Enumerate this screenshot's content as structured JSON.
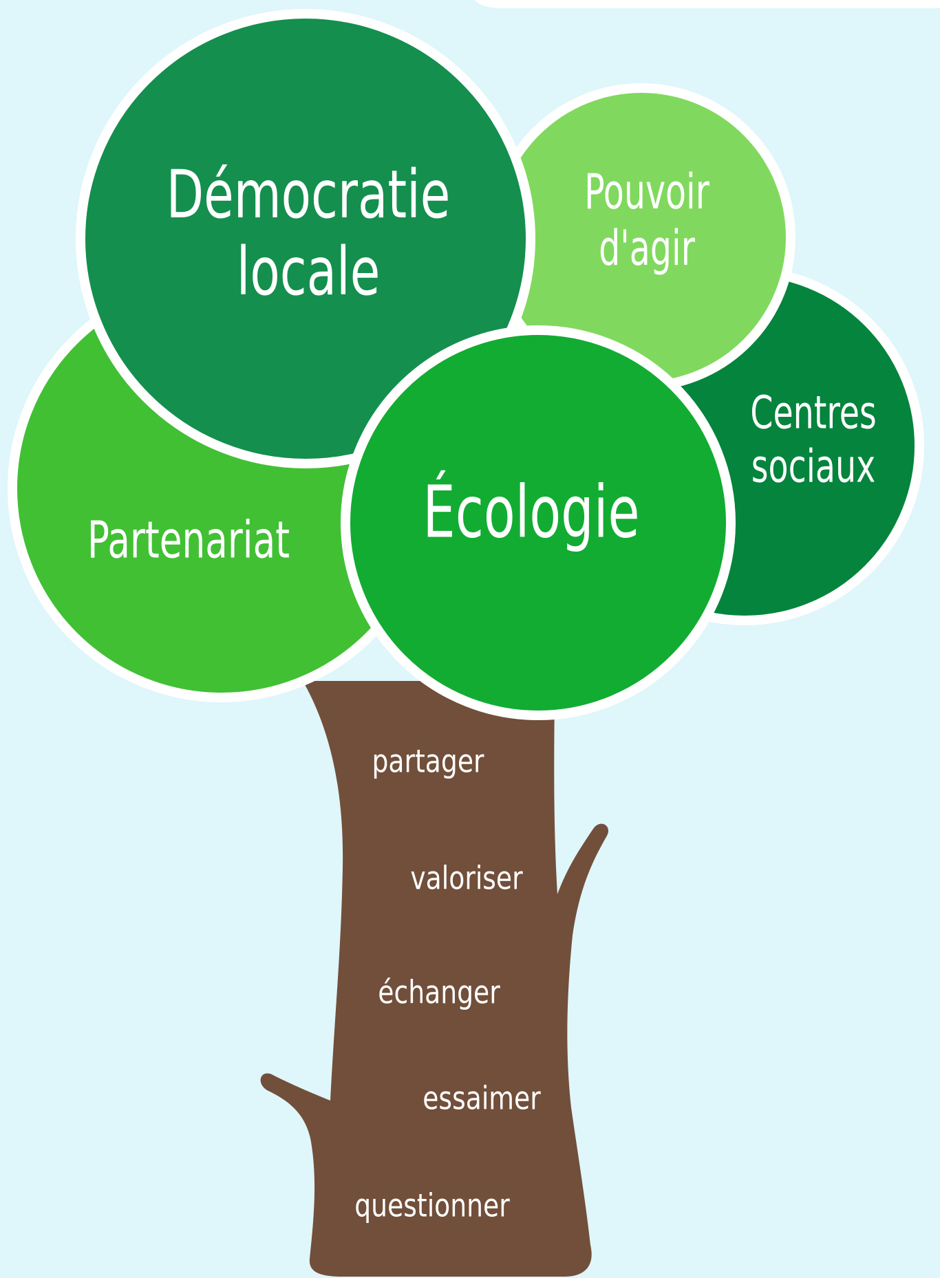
{
  "colors": {
    "background": "#dff6fb",
    "trunk": "#714f3a",
    "circle_border": "#ffffff",
    "democratie": "#148f4e",
    "pouvoir": "#80d95e",
    "centres": "#05843d",
    "partenariat": "#41c034",
    "ecologie": "#12ac32"
  },
  "circles": {
    "democratie": {
      "line1": "Démocratie",
      "line2": "locale"
    },
    "pouvoir": {
      "line1": "Pouvoir",
      "line2": "d'agir"
    },
    "centres": {
      "line1": "Centres",
      "line2": "sociaux"
    },
    "partenariat": {
      "label": "Partenariat"
    },
    "ecologie": {
      "label": "Écologie"
    }
  },
  "trunk_words": [
    "partager",
    "valoriser",
    "échanger",
    "essaimer",
    "questionner"
  ]
}
